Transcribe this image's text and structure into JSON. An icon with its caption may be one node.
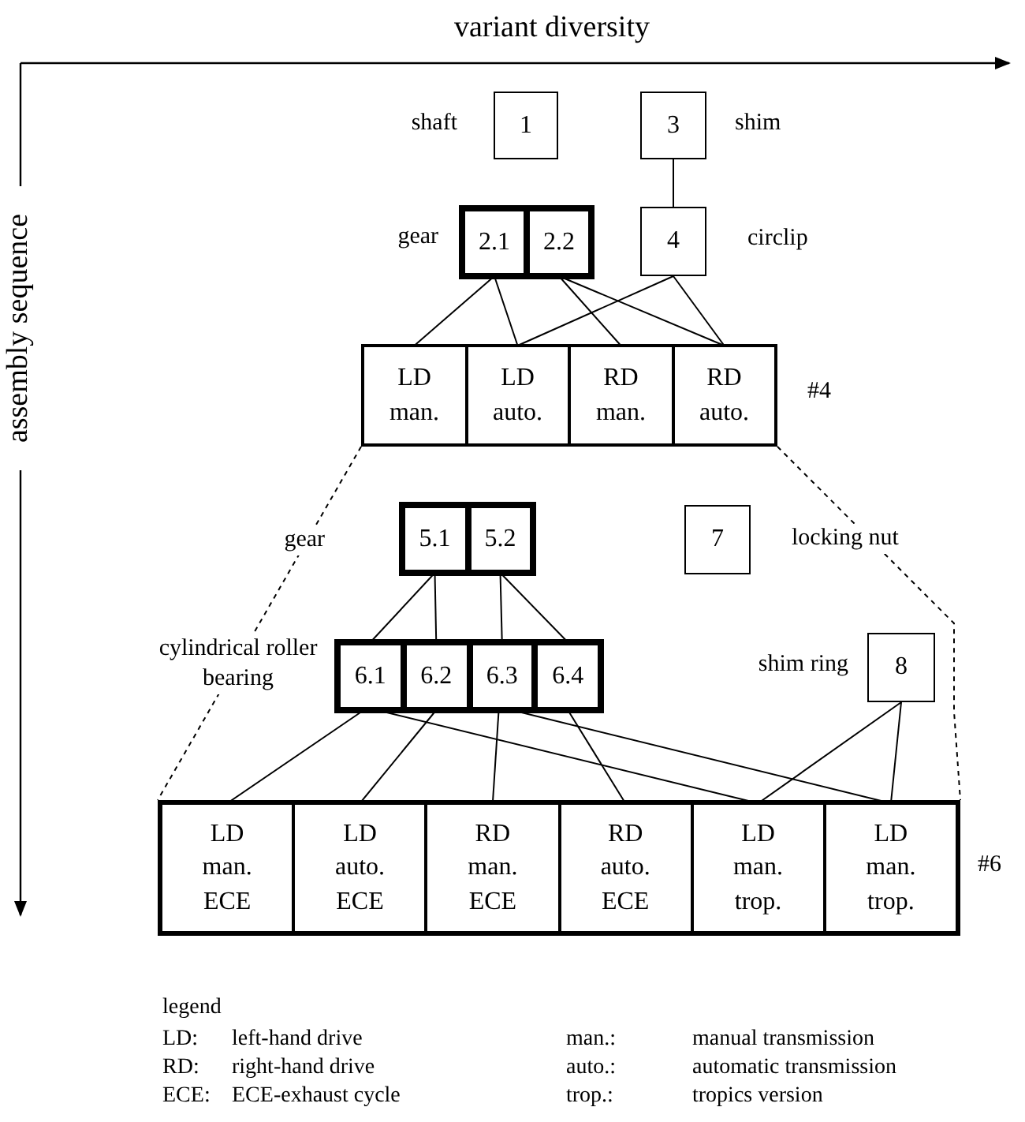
{
  "diagram": {
    "nodes": [
      {
        "text": [
          "1"
        ],
        "beside": [
          "shaft"
        ]
      },
      {
        "text": [
          "3"
        ],
        "beside": [
          "shim"
        ]
      },
      {
        "text": [],
        "shape": "box",
        "beside": [
          "gear"
        ]
      },
      {
        "text": [
          "2.1"
        ],
        "in": 2
      },
      {
        "text": [
          "2.2"
        ],
        "in": 2
      },
      {
        "text": [
          "4"
        ],
        "beside": [
          "circlip"
        ]
      },
      {
        "text": [],
        "shape": "box",
        "beside": [
          "#4"
        ]
      },
      {
        "text": [
          "LD man."
        ],
        "in": 6
      },
      {
        "text": [
          "LD auto."
        ],
        "in": 6
      },
      {
        "text": [
          "RD man."
        ],
        "in": 6
      },
      {
        "text": [
          "RD auto."
        ],
        "in": 6
      },
      {
        "text": [],
        "shape": "box",
        "beside": [
          "gear"
        ]
      },
      {
        "text": [
          "5.1"
        ],
        "in": 11
      },
      {
        "text": [
          "5.2"
        ],
        "in": 11
      },
      {
        "text": [
          "7"
        ],
        "beside": [
          "locking nut"
        ]
      },
      {
        "text": [],
        "shape": "box",
        "beside": [
          "cylindrical roller bearing"
        ]
      },
      {
        "text": [
          "6.1"
        ],
        "in": 15
      },
      {
        "text": [
          "6.2"
        ],
        "in": 15
      },
      {
        "text": [
          "6.3"
        ],
        "in": 15
      },
      {
        "text": [
          "6.4"
        ],
        "in": 15
      },
      {
        "text": [
          "8"
        ],
        "beside": [
          "shim ring"
        ]
      },
      {
        "text": [],
        "shape": "box",
        "beside": [
          "#6"
        ]
      },
      {
        "text": [
          "LD man. ECE"
        ],
        "in": 21
      },
      {
        "text": [
          "LD auto. ECE"
        ],
        "in": 21
      },
      {
        "text": [
          "RD man. ECE"
        ],
        "in": 21
      },
      {
        "text": [
          "RD auto. ECE"
        ],
        "in": 21
      },
      {
        "text": [
          "LD man. trop."
        ],
        "in": 21
      },
      {
        "text": [
          "LD man. trop."
        ],
        "in": 21
      }
    ],
    "edges": [
      {
        "from": 1,
        "to": 5,
        "arrow": "none"
      },
      {
        "from": 3,
        "to": 7,
        "arrow": "none"
      },
      {
        "from": 3,
        "to": 8,
        "arrow": "none"
      },
      {
        "from": 4,
        "to": 9,
        "arrow": "none"
      },
      {
        "from": 4,
        "to": 10,
        "arrow": "none"
      },
      {
        "from": 5,
        "to": 8,
        "arrow": "none"
      },
      {
        "from": 5,
        "to": 10,
        "arrow": "none"
      },
      {
        "from": 12,
        "to": 16,
        "arrow": "none"
      },
      {
        "from": 12,
        "to": 17,
        "arrow": "none"
      },
      {
        "from": 13,
        "to": 18,
        "arrow": "none"
      },
      {
        "from": 13,
        "to": 19,
        "arrow": "none"
      },
      {
        "from": 16,
        "to": 22,
        "arrow": "none"
      },
      {
        "from": 16,
        "to": 26,
        "arrow": "none"
      },
      {
        "from": 17,
        "to": 23,
        "arrow": "none"
      },
      {
        "from": 18,
        "to": 24,
        "arrow": "none"
      },
      {
        "from": 18,
        "to": 27,
        "arrow": "none"
      },
      {
        "from": 19,
        "to": 25,
        "arrow": "none"
      },
      {
        "from": 20,
        "to": 26,
        "arrow": "none"
      },
      {
        "from": 20,
        "to": 27,
        "arrow": "none"
      },
      {
        "from": 6,
        "to": 21,
        "arrow": "none",
        "style": "dashed"
      },
      {
        "from": 6,
        "to": 21,
        "arrow": "none",
        "style": "dashed"
      }
    ],
    "labels": [
      "variant diversity",
      "assembly sequence",
      "legend",
      "LD:",
      "left-hand drive",
      "man.:",
      "manual transmission",
      "RD:",
      "right-hand drive",
      "auto.:",
      "automatic transmission",
      "ECE:",
      "ECE-exhaust cycle",
      "trop.:",
      "tropics version"
    ]
  }
}
